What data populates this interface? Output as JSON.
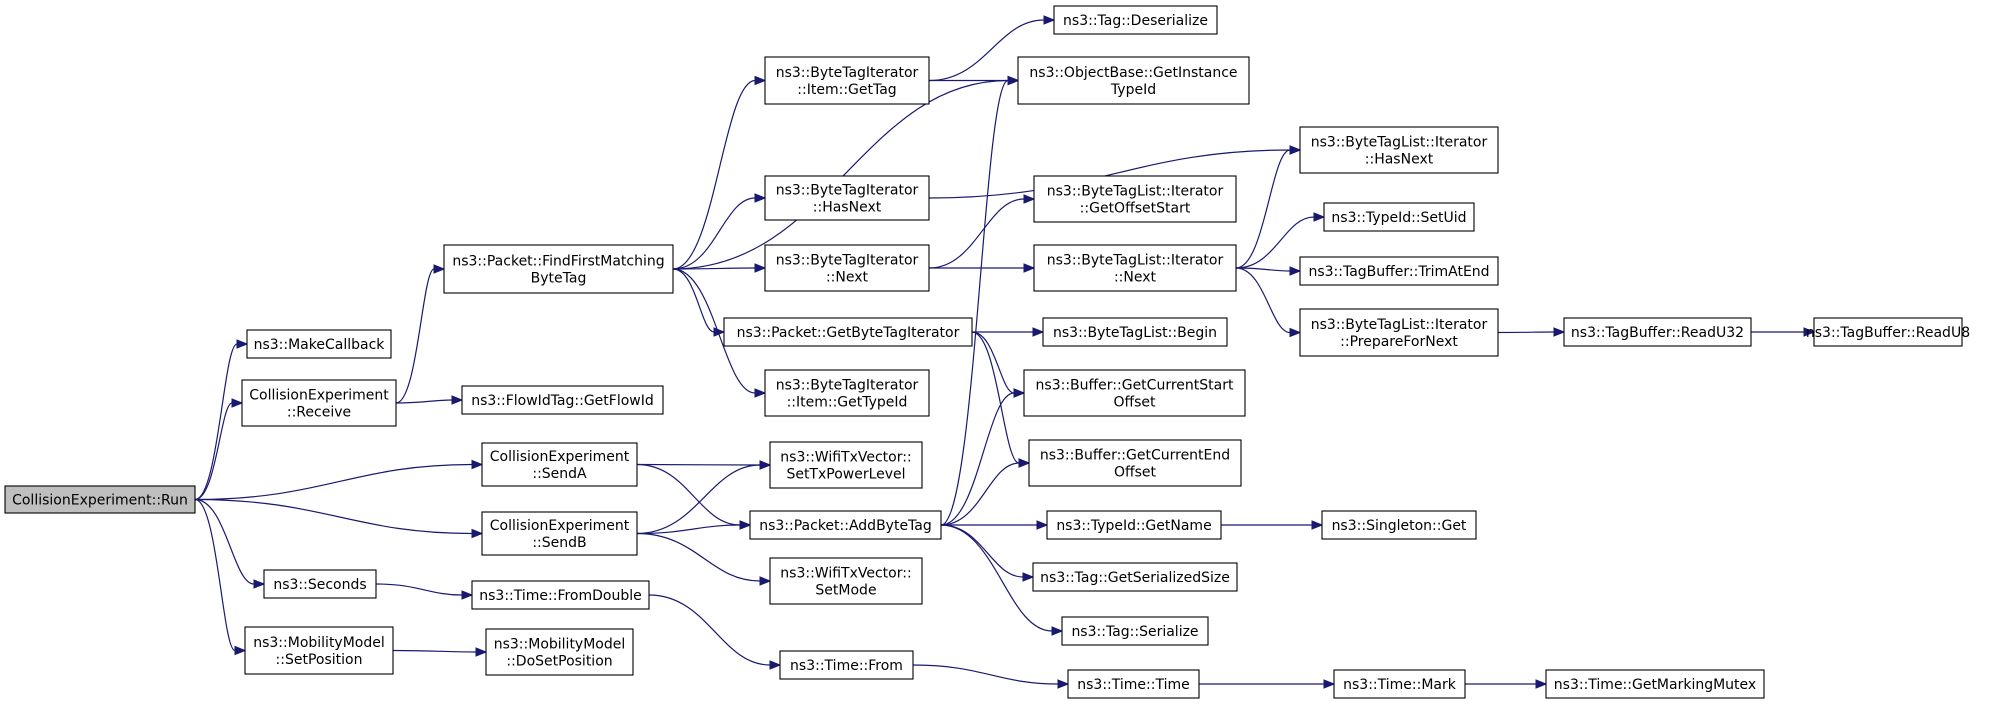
{
  "diagram": {
    "colors": {
      "edge": "#191970",
      "node_fill": "#ffffff",
      "root_fill": "#bfbfbf",
      "node_border": "#000000"
    },
    "nodes": [
      {
        "id": "run",
        "lines": [
          "CollisionExperiment::Run"
        ],
        "root": true
      },
      {
        "id": "makecallback",
        "lines": [
          "ns3::MakeCallback"
        ]
      },
      {
        "id": "receive",
        "lines": [
          "CollisionExperiment",
          "::Receive"
        ]
      },
      {
        "id": "senda",
        "lines": [
          "CollisionExperiment",
          "::SendA"
        ]
      },
      {
        "id": "sendb",
        "lines": [
          "CollisionExperiment",
          "::SendB"
        ]
      },
      {
        "id": "seconds",
        "lines": [
          "ns3::Seconds"
        ]
      },
      {
        "id": "setposition",
        "lines": [
          "ns3::MobilityModel",
          "::SetPosition"
        ]
      },
      {
        "id": "findfirst",
        "lines": [
          "ns3::Packet::FindFirstMatching",
          "ByteTag"
        ]
      },
      {
        "id": "getflowid",
        "lines": [
          "ns3::FlowIdTag::GetFlowId"
        ]
      },
      {
        "id": "fromdouble",
        "lines": [
          "ns3::Time::FromDouble"
        ]
      },
      {
        "id": "dosetposition",
        "lines": [
          "ns3::MobilityModel",
          "::DoSetPosition"
        ]
      },
      {
        "id": "bti_gettag",
        "lines": [
          "ns3::ByteTagIterator",
          "::Item::GetTag"
        ]
      },
      {
        "id": "bti_hasnext",
        "lines": [
          "ns3::ByteTagIterator",
          "::HasNext"
        ]
      },
      {
        "id": "bti_next",
        "lines": [
          "ns3::ByteTagIterator",
          "::Next"
        ]
      },
      {
        "id": "getbytetagit",
        "lines": [
          "ns3::Packet::GetByteTagIterator"
        ]
      },
      {
        "id": "bti_gettypeid",
        "lines": [
          "ns3::ByteTagIterator",
          "::Item::GetTypeId"
        ]
      },
      {
        "id": "settxpower",
        "lines": [
          "ns3::WifiTxVector::",
          "SetTxPowerLevel"
        ]
      },
      {
        "id": "addbytetag",
        "lines": [
          "ns3::Packet::AddByteTag"
        ]
      },
      {
        "id": "setmode",
        "lines": [
          "ns3::WifiTxVector::",
          "SetMode"
        ]
      },
      {
        "id": "timefrom",
        "lines": [
          "ns3::Time::From"
        ]
      },
      {
        "id": "deserialize",
        "lines": [
          "ns3::Tag::Deserialize"
        ]
      },
      {
        "id": "getinstance",
        "lines": [
          "ns3::ObjectBase::GetInstance",
          "TypeId"
        ]
      },
      {
        "id": "btl_getoffset",
        "lines": [
          "ns3::ByteTagList::Iterator",
          "::GetOffsetStart"
        ]
      },
      {
        "id": "btl_next",
        "lines": [
          "ns3::ByteTagList::Iterator",
          "::Next"
        ]
      },
      {
        "id": "btl_begin",
        "lines": [
          "ns3::ByteTagList::Begin"
        ]
      },
      {
        "id": "buf_start",
        "lines": [
          "ns3::Buffer::GetCurrentStart",
          "Offset"
        ]
      },
      {
        "id": "buf_end",
        "lines": [
          "ns3::Buffer::GetCurrentEnd",
          "Offset"
        ]
      },
      {
        "id": "getname",
        "lines": [
          "ns3::TypeId::GetName"
        ]
      },
      {
        "id": "getsersize",
        "lines": [
          "ns3::Tag::GetSerializedSize"
        ]
      },
      {
        "id": "tagserialize",
        "lines": [
          "ns3::Tag::Serialize"
        ]
      },
      {
        "id": "timetime",
        "lines": [
          "ns3::Time::Time"
        ]
      },
      {
        "id": "btl_hasnext",
        "lines": [
          "ns3::ByteTagList::Iterator",
          "::HasNext"
        ]
      },
      {
        "id": "setuid",
        "lines": [
          "ns3::TypeId::SetUid"
        ]
      },
      {
        "id": "trimatend",
        "lines": [
          "ns3::TagBuffer::TrimAtEnd"
        ]
      },
      {
        "id": "btl_prepare",
        "lines": [
          "ns3::ByteTagList::Iterator",
          "::PrepareForNext"
        ]
      },
      {
        "id": "singleton",
        "lines": [
          "ns3::Singleton::Get"
        ]
      },
      {
        "id": "timemark",
        "lines": [
          "ns3::Time::Mark"
        ]
      },
      {
        "id": "readu32",
        "lines": [
          "ns3::TagBuffer::ReadU32"
        ]
      },
      {
        "id": "mutex",
        "lines": [
          "ns3::Time::GetMarkingMutex"
        ]
      },
      {
        "id": "readu8",
        "lines": [
          "ns3::TagBuffer::ReadU8"
        ]
      }
    ],
    "edges": [
      {
        "from": "run",
        "to": "makecallback"
      },
      {
        "from": "run",
        "to": "receive"
      },
      {
        "from": "run",
        "to": "senda"
      },
      {
        "from": "run",
        "to": "sendb"
      },
      {
        "from": "run",
        "to": "seconds"
      },
      {
        "from": "run",
        "to": "setposition"
      },
      {
        "from": "receive",
        "to": "findfirst"
      },
      {
        "from": "receive",
        "to": "getflowid"
      },
      {
        "from": "senda",
        "to": "settxpower"
      },
      {
        "from": "senda",
        "to": "addbytetag"
      },
      {
        "from": "sendb",
        "to": "settxpower"
      },
      {
        "from": "sendb",
        "to": "addbytetag"
      },
      {
        "from": "sendb",
        "to": "setmode"
      },
      {
        "from": "seconds",
        "to": "fromdouble"
      },
      {
        "from": "setposition",
        "to": "dosetposition"
      },
      {
        "from": "fromdouble",
        "to": "timefrom"
      },
      {
        "from": "timefrom",
        "to": "timetime"
      },
      {
        "from": "timetime",
        "to": "timemark"
      },
      {
        "from": "timemark",
        "to": "mutex"
      },
      {
        "from": "findfirst",
        "to": "bti_gettag"
      },
      {
        "from": "findfirst",
        "to": "getinstance"
      },
      {
        "from": "findfirst",
        "to": "bti_hasnext"
      },
      {
        "from": "findfirst",
        "to": "bti_next"
      },
      {
        "from": "findfirst",
        "to": "getbytetagit"
      },
      {
        "from": "findfirst",
        "to": "bti_gettypeid"
      },
      {
        "from": "bti_gettag",
        "to": "deserialize"
      },
      {
        "from": "bti_gettag",
        "to": "getinstance"
      },
      {
        "from": "bti_hasnext",
        "to": "btl_hasnext"
      },
      {
        "from": "bti_next",
        "to": "btl_getoffset"
      },
      {
        "from": "bti_next",
        "to": "btl_next"
      },
      {
        "from": "getbytetagit",
        "to": "btl_begin"
      },
      {
        "from": "getbytetagit",
        "to": "buf_start"
      },
      {
        "from": "getbytetagit",
        "to": "buf_end"
      },
      {
        "from": "btl_next",
        "to": "btl_hasnext"
      },
      {
        "from": "btl_next",
        "to": "setuid"
      },
      {
        "from": "btl_next",
        "to": "trimatend"
      },
      {
        "from": "btl_next",
        "to": "btl_prepare"
      },
      {
        "from": "btl_prepare",
        "to": "readu32"
      },
      {
        "from": "readu32",
        "to": "readu8"
      },
      {
        "from": "addbytetag",
        "to": "getinstance"
      },
      {
        "from": "addbytetag",
        "to": "buf_start"
      },
      {
        "from": "addbytetag",
        "to": "buf_end"
      },
      {
        "from": "addbytetag",
        "to": "getname"
      },
      {
        "from": "addbytetag",
        "to": "getsersize"
      },
      {
        "from": "addbytetag",
        "to": "tagserialize"
      },
      {
        "from": "getname",
        "to": "singleton"
      }
    ]
  }
}
